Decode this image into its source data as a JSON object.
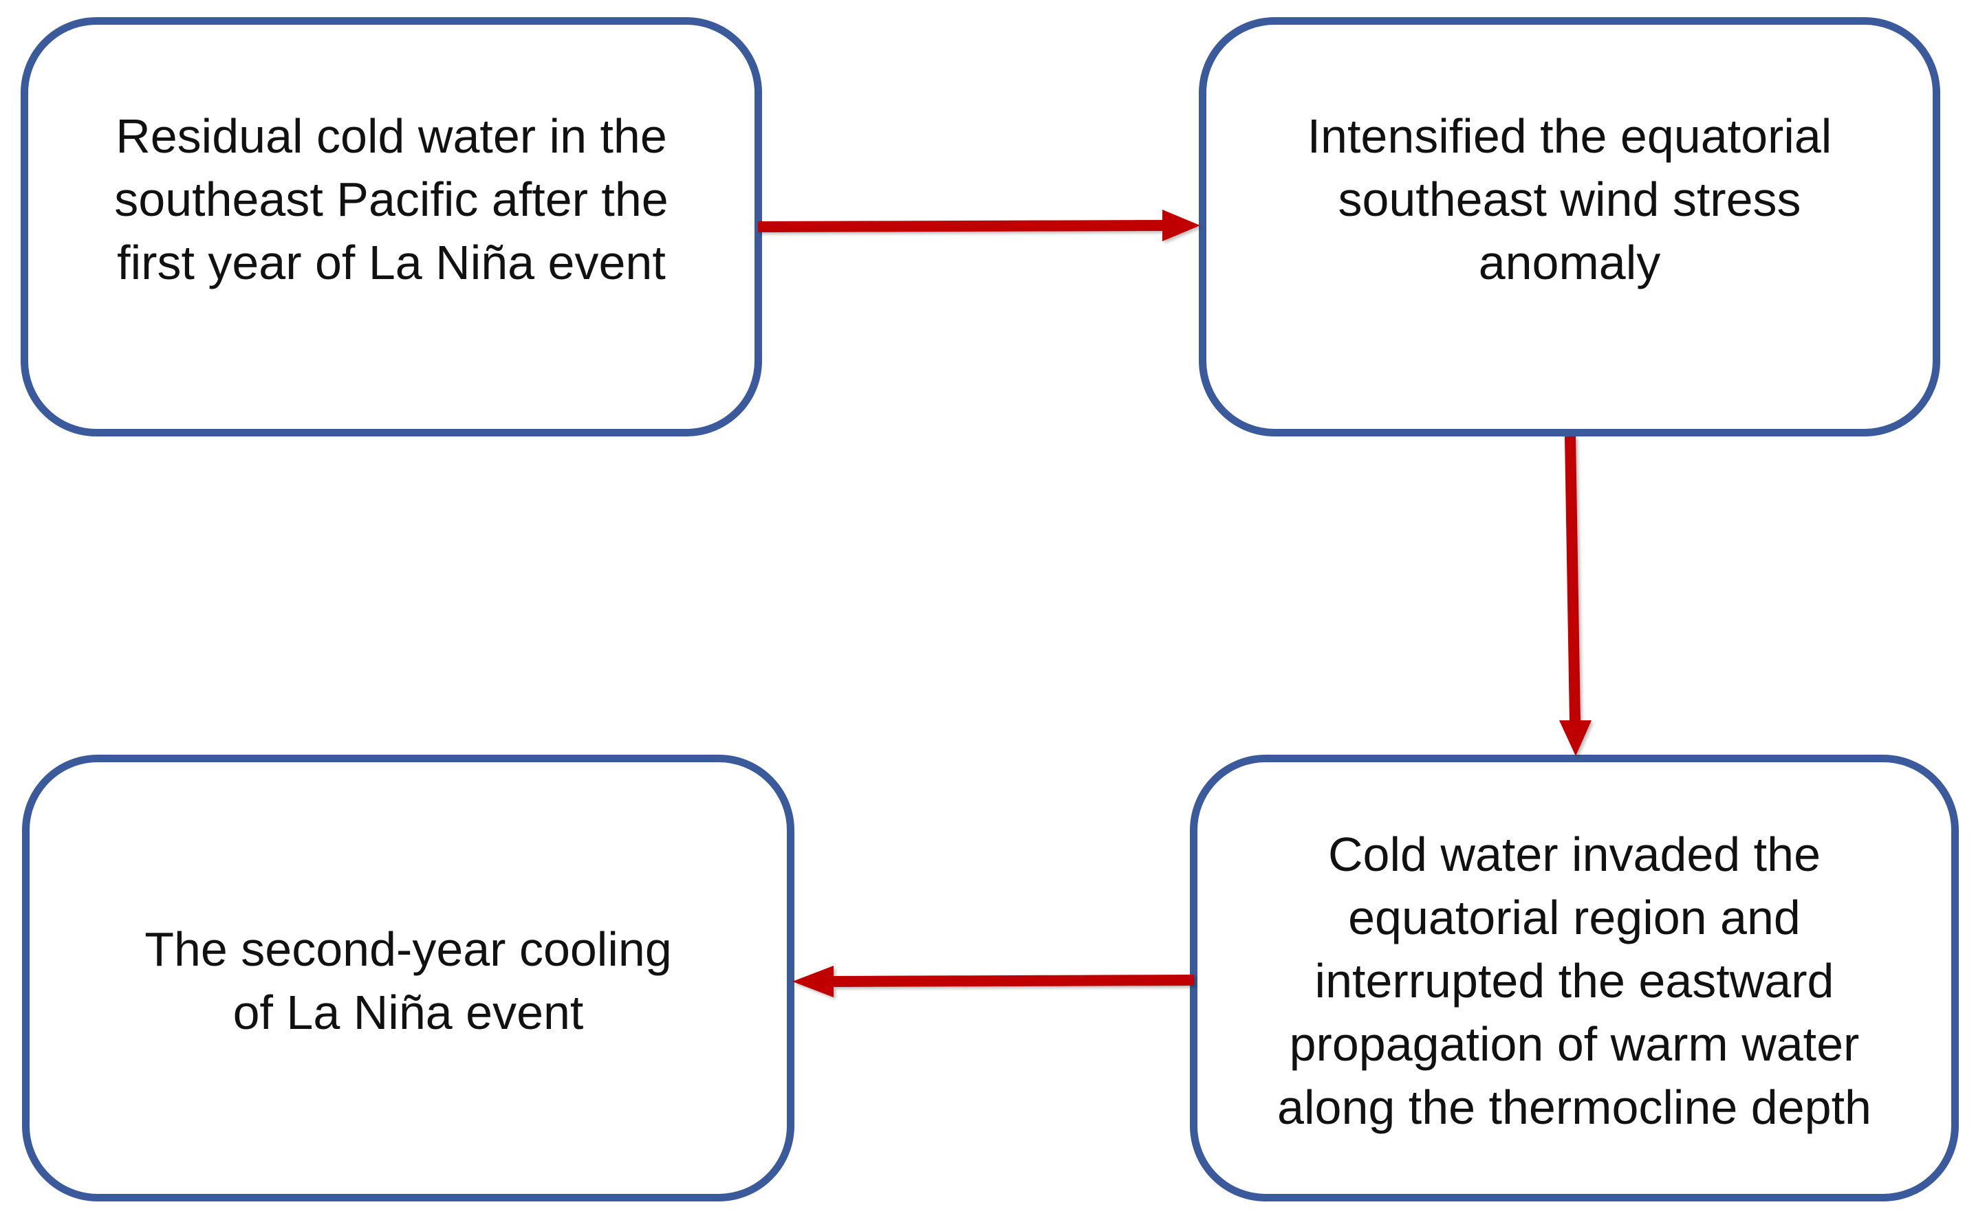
{
  "diagram": {
    "boxes": [
      {
        "id": "box-1",
        "text": "Residual cold water in the\nsoutheast Pacific after the\nfirst year of La Niña event"
      },
      {
        "id": "box-2",
        "text": "Intensified the equatorial\nsoutheast wind stress\nanomaly"
      },
      {
        "id": "box-3",
        "text": "Cold water invaded the\nequatorial region and\ninterrupted the eastward\npropagation of warm water\nalong the thermocline depth"
      },
      {
        "id": "box-4",
        "text": "The second-year cooling\nof La Niña event"
      }
    ],
    "connections": [
      {
        "from": "box-1",
        "to": "box-2"
      },
      {
        "from": "box-2",
        "to": "box-3"
      },
      {
        "from": "box-3",
        "to": "box-4"
      }
    ],
    "colors": {
      "box_border": "#3a5a9c",
      "arrow": "#c00000",
      "text": "#111111"
    }
  }
}
